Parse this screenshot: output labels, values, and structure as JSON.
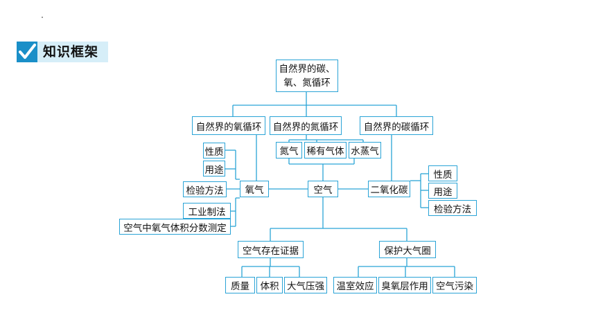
{
  "header": {
    "title": "知识框架",
    "check_icon": "check-icon"
  },
  "diagram": {
    "root_line1": "自然界的碳、",
    "root_line2": "氧、氮循环",
    "oxygen_cycle": "自然界的氧循环",
    "nitrogen_cycle": "自然界的氮循环",
    "carbon_cycle": "自然界的碳循环",
    "nitrogen": "氮气",
    "noble_gas": "稀有气体",
    "water_vapor": "水蒸气",
    "oxygen": "氧气",
    "air": "空气",
    "co2": "二氧化碳",
    "o2_props": "性质",
    "o2_uses": "用途",
    "o2_test": "检验方法",
    "o2_industrial": "工业制法",
    "o2_measure": "空气中氧气体积分数测定",
    "co2_props": "性质",
    "co2_uses": "用途",
    "co2_test": "检验方法",
    "air_evidence": "空气存在证据",
    "protect": "保护大气圈",
    "mass": "质量",
    "volume": "体积",
    "pressure": "大气压强",
    "greenhouse": "温室效应",
    "ozone": "臭氧层作用",
    "pollution": "空气污染"
  },
  "colors": {
    "accent": "#1a8fc8",
    "line": "#29a3d6",
    "header_bg": "#d6eef8"
  }
}
